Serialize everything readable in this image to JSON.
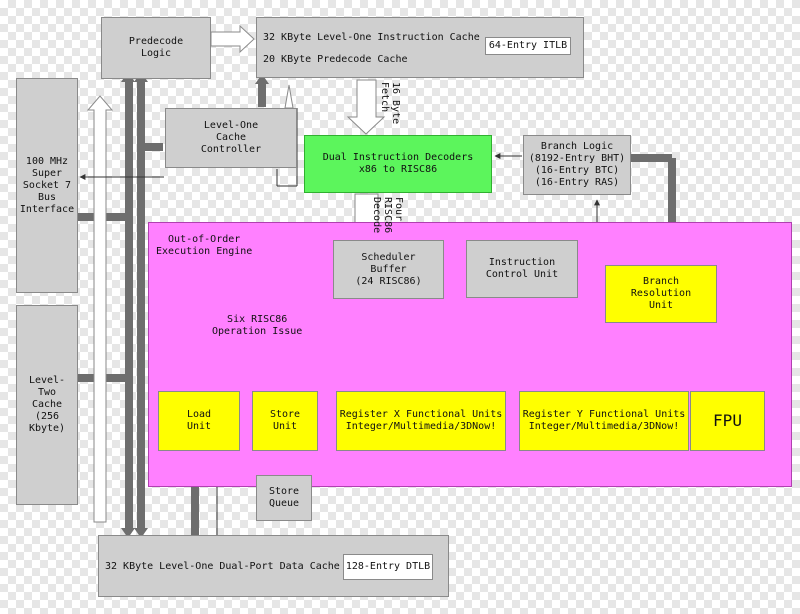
{
  "blocks": {
    "predecode_logic": "Predecode\nLogic",
    "icache_line1": "32 KByte Level-One Instruction Cache",
    "icache_line2": "20 KByte Predecode Cache",
    "itlb": "64-Entry ITLB",
    "fetch_label": "16 Byte\nFetch",
    "cache_controller": "Level-One\nCache\nController",
    "bus_interface": "100 MHz\nSuper\nSocket 7\nBus\nInterface",
    "decoders": "Dual Instruction Decoders\nx86 to RISC86",
    "branch_logic": "Branch Logic\n(8192-Entry BHT)\n(16-Entry BTC)\n(16-Entry RAS)",
    "four_risc86": "Four\nRISC86\nDecode",
    "ooo_engine": "Out-of-Order\nExecution Engine",
    "scheduler": "Scheduler\nBuffer\n(24 RISC86)",
    "instr_control": "Instruction\nControl Unit",
    "branch_resolution": "Branch\nResolution\nUnit",
    "six_risc86": "Six RISC86\nOperation Issue",
    "l2_cache": "Level-\nTwo\nCache\n(256 Kbyte)",
    "load_unit": "Load\nUnit",
    "store_unit": "Store\nUnit",
    "register_x": "Register X Functional Units\nInteger/Multimedia/3DNow!",
    "register_y": "Register Y Functional Units\nInteger/Multimedia/3DNow!",
    "fpu": "FPU",
    "store_queue": "Store\nQueue",
    "dcache": "32 KByte Level-One Dual-Port Data Cache",
    "dtlb": "128-Entry DTLB"
  },
  "colors": {
    "block_grey": "#cfcfcf",
    "decoder_green": "#5cf55c",
    "unit_yellow": "#ffff00",
    "engine_magenta": "#ff80ff",
    "bus_grey": "#6e6e6e"
  }
}
